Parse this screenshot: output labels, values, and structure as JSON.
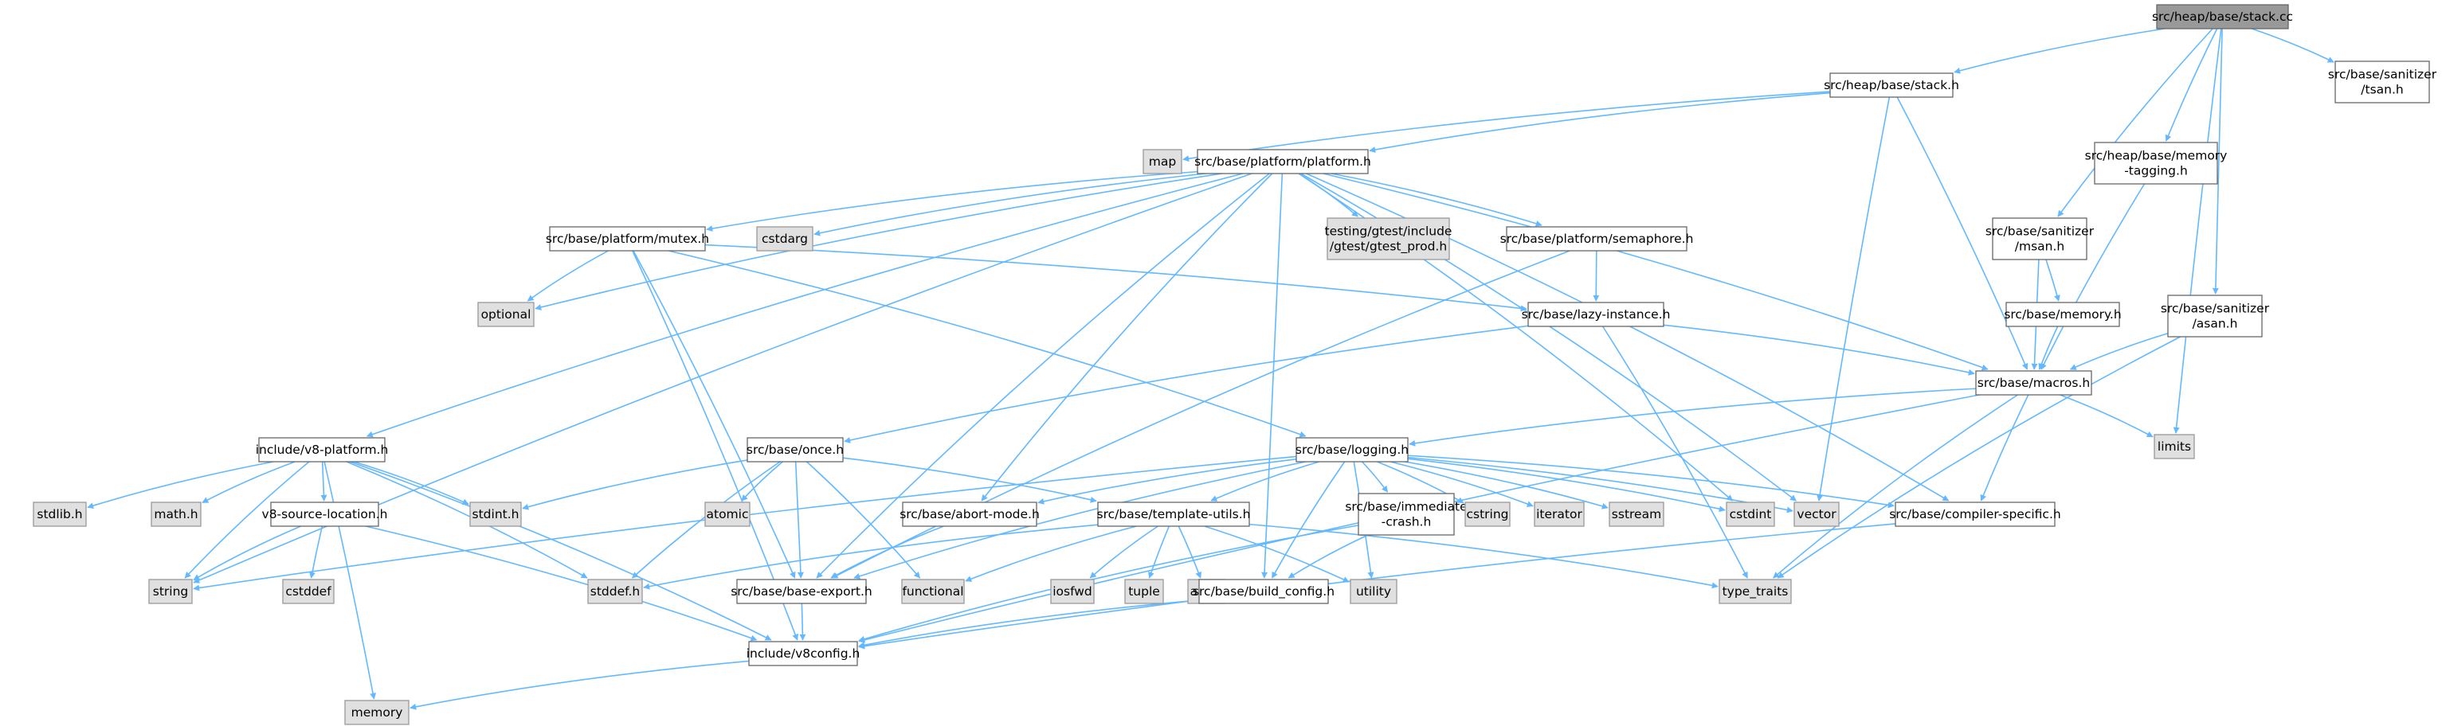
{
  "graph": {
    "colors": {
      "edge": "#63b8ff",
      "root_fill": "#999999",
      "root_stroke": "#666666",
      "file_fill": "#ffffff",
      "file_stroke": "#666666",
      "system_fill": "#e0e0e0",
      "system_stroke": "#999999"
    },
    "nodes": [
      {
        "id": "root",
        "lines": [
          "src/heap/base/stack.cc"
        ],
        "kind": "root"
      },
      {
        "id": "stack_h",
        "lines": [
          "src/heap/base/stack.h"
        ],
        "kind": "file"
      },
      {
        "id": "tsan",
        "lines": [
          "src/base/sanitizer",
          "/tsan.h"
        ],
        "kind": "file"
      },
      {
        "id": "map",
        "lines": [
          "map"
        ],
        "kind": "system"
      },
      {
        "id": "platform_h",
        "lines": [
          "src/base/platform/platform.h"
        ],
        "kind": "file"
      },
      {
        "id": "memtag",
        "lines": [
          "src/heap/base/memory",
          "-tagging.h"
        ],
        "kind": "file"
      },
      {
        "id": "mutex_h",
        "lines": [
          "src/base/platform/mutex.h"
        ],
        "kind": "file"
      },
      {
        "id": "cstdarg",
        "lines": [
          "cstdarg"
        ],
        "kind": "system"
      },
      {
        "id": "gtest_prod",
        "lines": [
          "testing/gtest/include",
          "/gtest/gtest_prod.h"
        ],
        "kind": "system"
      },
      {
        "id": "semaphore_h",
        "lines": [
          "src/base/platform/semaphore.h"
        ],
        "kind": "file"
      },
      {
        "id": "msan",
        "lines": [
          "src/base/sanitizer",
          "/msan.h"
        ],
        "kind": "file"
      },
      {
        "id": "optional",
        "lines": [
          "optional"
        ],
        "kind": "system"
      },
      {
        "id": "lazy_instance",
        "lines": [
          "src/base/lazy-instance.h"
        ],
        "kind": "file"
      },
      {
        "id": "memory_h",
        "lines": [
          "src/base/memory.h"
        ],
        "kind": "file"
      },
      {
        "id": "asan",
        "lines": [
          "src/base/sanitizer",
          "/asan.h"
        ],
        "kind": "file"
      },
      {
        "id": "macros_h",
        "lines": [
          "src/base/macros.h"
        ],
        "kind": "file"
      },
      {
        "id": "v8_platform",
        "lines": [
          "include/v8-platform.h"
        ],
        "kind": "file"
      },
      {
        "id": "once_h",
        "lines": [
          "src/base/once.h"
        ],
        "kind": "file"
      },
      {
        "id": "logging_h",
        "lines": [
          "src/base/logging.h"
        ],
        "kind": "file"
      },
      {
        "id": "limits",
        "lines": [
          "limits"
        ],
        "kind": "system"
      },
      {
        "id": "stdlib_h",
        "lines": [
          "stdlib.h"
        ],
        "kind": "system"
      },
      {
        "id": "math_h",
        "lines": [
          "math.h"
        ],
        "kind": "system"
      },
      {
        "id": "v8_source_loc",
        "lines": [
          "v8-source-location.h"
        ],
        "kind": "file"
      },
      {
        "id": "stdint_h",
        "lines": [
          "stdint.h"
        ],
        "kind": "system"
      },
      {
        "id": "atomic",
        "lines": [
          "atomic"
        ],
        "kind": "system"
      },
      {
        "id": "abort_mode",
        "lines": [
          "src/base/abort-mode.h"
        ],
        "kind": "file"
      },
      {
        "id": "template_utils",
        "lines": [
          "src/base/template-utils.h"
        ],
        "kind": "file"
      },
      {
        "id": "immediate_crash",
        "lines": [
          "src/base/immediate",
          "-crash.h"
        ],
        "kind": "file"
      },
      {
        "id": "cstring",
        "lines": [
          "cstring"
        ],
        "kind": "system"
      },
      {
        "id": "iterator",
        "lines": [
          "iterator"
        ],
        "kind": "system"
      },
      {
        "id": "sstream",
        "lines": [
          "sstream"
        ],
        "kind": "system"
      },
      {
        "id": "cstdint",
        "lines": [
          "cstdint"
        ],
        "kind": "system"
      },
      {
        "id": "vector",
        "lines": [
          "vector"
        ],
        "kind": "system"
      },
      {
        "id": "compiler_specific",
        "lines": [
          "src/base/compiler-specific.h"
        ],
        "kind": "file"
      },
      {
        "id": "string",
        "lines": [
          "string"
        ],
        "kind": "system"
      },
      {
        "id": "cstddef",
        "lines": [
          "cstddef"
        ],
        "kind": "system"
      },
      {
        "id": "stddef_h",
        "lines": [
          "stddef.h"
        ],
        "kind": "system"
      },
      {
        "id": "base_export",
        "lines": [
          "src/base/base-export.h"
        ],
        "kind": "file"
      },
      {
        "id": "functional",
        "lines": [
          "functional"
        ],
        "kind": "system"
      },
      {
        "id": "iosfwd",
        "lines": [
          "iosfwd"
        ],
        "kind": "system"
      },
      {
        "id": "tuple",
        "lines": [
          "tuple"
        ],
        "kind": "system"
      },
      {
        "id": "array",
        "lines": [
          "array"
        ],
        "kind": "system"
      },
      {
        "id": "build_config",
        "lines": [
          "src/base/build_config.h"
        ],
        "kind": "file"
      },
      {
        "id": "utility",
        "lines": [
          "utility"
        ],
        "kind": "system"
      },
      {
        "id": "type_traits",
        "lines": [
          "type_traits"
        ],
        "kind": "system"
      },
      {
        "id": "v8config",
        "lines": [
          "include/v8config.h"
        ],
        "kind": "file"
      },
      {
        "id": "memory",
        "lines": [
          "memory"
        ],
        "kind": "system"
      }
    ],
    "edges": [
      [
        "root",
        "stack_h"
      ],
      [
        "root",
        "tsan"
      ],
      [
        "root",
        "memtag"
      ],
      [
        "root",
        "msan"
      ],
      [
        "root",
        "asan"
      ],
      [
        "root",
        "limits"
      ],
      [
        "stack_h",
        "map"
      ],
      [
        "stack_h",
        "platform_h"
      ],
      [
        "stack_h",
        "macros_h"
      ],
      [
        "stack_h",
        "vector"
      ],
      [
        "platform_h",
        "mutex_h"
      ],
      [
        "platform_h",
        "cstdarg"
      ],
      [
        "platform_h",
        "gtest_prod"
      ],
      [
        "platform_h",
        "semaphore_h"
      ],
      [
        "platform_h",
        "optional"
      ],
      [
        "platform_h",
        "macros_h"
      ],
      [
        "platform_h",
        "v8_platform"
      ],
      [
        "platform_h",
        "string"
      ],
      [
        "platform_h",
        "base_export"
      ],
      [
        "platform_h",
        "abort_mode"
      ],
      [
        "platform_h",
        "build_config"
      ],
      [
        "platform_h",
        "compiler_specific"
      ],
      [
        "platform_h",
        "cstdint"
      ],
      [
        "platform_h",
        "vector"
      ],
      [
        "mutex_h",
        "optional"
      ],
      [
        "mutex_h",
        "lazy_instance"
      ],
      [
        "mutex_h",
        "logging_h"
      ],
      [
        "mutex_h",
        "base_export"
      ],
      [
        "mutex_h",
        "v8config"
      ],
      [
        "semaphore_h",
        "lazy_instance"
      ],
      [
        "semaphore_h",
        "base_export"
      ],
      [
        "lazy_instance",
        "once_h"
      ],
      [
        "lazy_instance",
        "macros_h"
      ],
      [
        "lazy_instance",
        "type_traits"
      ],
      [
        "memtag",
        "macros_h"
      ],
      [
        "msan",
        "memory_h"
      ],
      [
        "msan",
        "macros_h"
      ],
      [
        "memory_h",
        "macros_h"
      ],
      [
        "asan",
        "macros_h"
      ],
      [
        "asan",
        "type_traits"
      ],
      [
        "macros_h",
        "logging_h"
      ],
      [
        "macros_h",
        "limits"
      ],
      [
        "macros_h",
        "compiler_specific"
      ],
      [
        "macros_h",
        "type_traits"
      ],
      [
        "macros_h",
        "v8config"
      ],
      [
        "v8_platform",
        "stdlib_h"
      ],
      [
        "v8_platform",
        "math_h"
      ],
      [
        "v8_platform",
        "v8_source_loc"
      ],
      [
        "v8_platform",
        "stdint_h"
      ],
      [
        "v8_platform",
        "string"
      ],
      [
        "v8_platform",
        "memory"
      ],
      [
        "v8_platform",
        "stddef_h"
      ],
      [
        "v8_platform",
        "v8config"
      ],
      [
        "v8_source_loc",
        "string"
      ],
      [
        "v8_source_loc",
        "cstddef"
      ],
      [
        "v8_source_loc",
        "v8config"
      ],
      [
        "once_h",
        "stdint_h"
      ],
      [
        "once_h",
        "atomic"
      ],
      [
        "once_h",
        "functional"
      ],
      [
        "once_h",
        "stddef_h"
      ],
      [
        "once_h",
        "base_export"
      ],
      [
        "once_h",
        "template_utils"
      ],
      [
        "logging_h",
        "abort_mode"
      ],
      [
        "logging_h",
        "template_utils"
      ],
      [
        "logging_h",
        "immediate_crash"
      ],
      [
        "logging_h",
        "cstring"
      ],
      [
        "logging_h",
        "iterator"
      ],
      [
        "logging_h",
        "sstream"
      ],
      [
        "logging_h",
        "cstdint"
      ],
      [
        "logging_h",
        "vector"
      ],
      [
        "logging_h",
        "compiler_specific"
      ],
      [
        "logging_h",
        "string"
      ],
      [
        "logging_h",
        "base_export"
      ],
      [
        "logging_h",
        "build_config"
      ],
      [
        "logging_h",
        "utility"
      ],
      [
        "abort_mode",
        "base_export"
      ],
      [
        "template_utils",
        "stddef_h"
      ],
      [
        "template_utils",
        "functional"
      ],
      [
        "template_utils",
        "iosfwd"
      ],
      [
        "template_utils",
        "tuple"
      ],
      [
        "template_utils",
        "array"
      ],
      [
        "template_utils",
        "utility"
      ],
      [
        "template_utils",
        "type_traits"
      ],
      [
        "immediate_crash",
        "build_config"
      ],
      [
        "immediate_crash",
        "v8config"
      ],
      [
        "compiler_specific",
        "v8config"
      ],
      [
        "build_config",
        "v8config"
      ],
      [
        "base_export",
        "v8config"
      ],
      [
        "v8config",
        "memory"
      ]
    ]
  }
}
